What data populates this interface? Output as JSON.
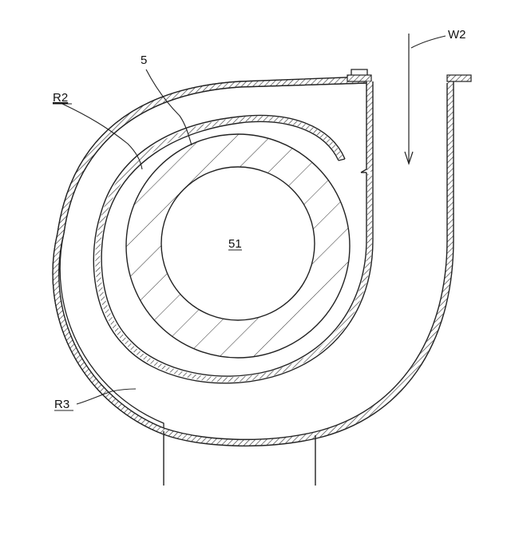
{
  "labels": {
    "flow": "W2",
    "part": "5",
    "inner": "R2",
    "outer": "R3",
    "core": "51"
  },
  "colors": {
    "line": "#222222",
    "hatch": "#333333",
    "background": "#ffffff"
  }
}
